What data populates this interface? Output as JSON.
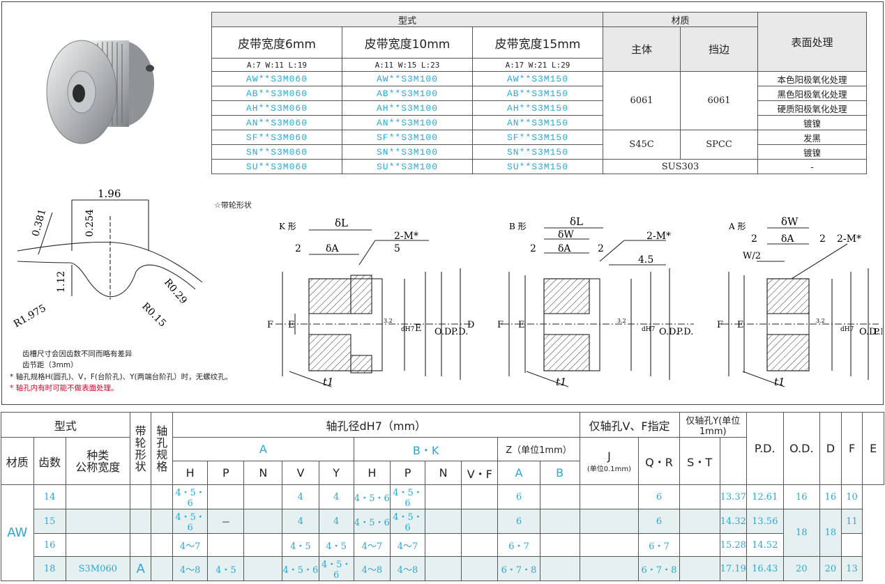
{
  "top_table": {
    "h_type": "型式",
    "h_material": "材质",
    "h_surface": "表面处理",
    "widths": [
      "皮带宽度6mm",
      "皮带宽度10mm",
      "皮带宽度15mm"
    ],
    "h_body": "主体",
    "h_flange": "挡边",
    "dims": [
      "A:7   W:11   L:19",
      "A:11   W:15   L:23",
      "A:17   W:21   L:29"
    ],
    "rows": [
      {
        "c": [
          "AW**S3M060",
          "AW**S3M100",
          "AW**S3M150"
        ],
        "surface": "本色阳极氧化处理"
      },
      {
        "c": [
          "AB**S3M060",
          "AB**S3M100",
          "AB**S3M150"
        ],
        "surface": "黑色阳极氧化处理"
      },
      {
        "c": [
          "AH**S3M060",
          "AH**S3M100",
          "AH**S3M150"
        ],
        "surface": "硬质阳极氧化处理"
      },
      {
        "c": [
          "AN**S3M060",
          "AN**S3M100",
          "AN**S3M150"
        ],
        "surface": "镀镍"
      },
      {
        "c": [
          "SF**S3M060",
          "SF**S3M100",
          "SF**S3M150"
        ],
        "surface": "发黑"
      },
      {
        "c": [
          "SN**S3M060",
          "SN**S3M100",
          "SN**S3M150"
        ],
        "surface": "镀镍"
      },
      {
        "c": [
          "SU**S3M060",
          "SU**S3M100",
          "SU**S3M150"
        ],
        "surface": "-"
      }
    ],
    "mat_al_body": "6061",
    "mat_al_flange": "6061",
    "mat_st_body": "S45C",
    "mat_st_flange": "SPCC",
    "mat_sus": "SUS303"
  },
  "notes": {
    "n1": "齿槽尺寸会因齿数不同而略有差异",
    "n2": "齿节距（3mm）",
    "n3": "*  轴孔规格H(圆孔)、V，F(台阶孔)、Y(两端台阶孔）时，无螺纹孔。",
    "n4": "*  轴孔内有时可能不做表面处理。",
    "caption": "☆带轮形状"
  },
  "tooth": {
    "d1": "1.96",
    "d2": "0.381",
    "d3": "0.254",
    "d4": "1.12",
    "d5": "R0.29",
    "d6": "R1.975",
    "d7": "R0.15"
  },
  "views": {
    "k": "K 形",
    "b": "B 形",
    "a": "A 形",
    "dl": "δL",
    "dw": "δW",
    "da": "δA",
    "two": "2",
    "five": "5",
    "m": "2-M*",
    "four5": "4.5",
    "w2": "W/2",
    "F": "F",
    "E": "E",
    "OD": "O.D.",
    "PD": "P.D.",
    "D": "D",
    "t1": "t1",
    "r32": "3.2",
    "dh7": "dH7"
  },
  "bottom": {
    "h_type": "型式",
    "h_shape": "带轮形状",
    "h_spec": "轴孔规格",
    "h_bore": "轴孔径dH7（mm）",
    "h_vf": "仅轴孔V、F指定",
    "h_y": "仅轴孔Y(单位1mm)",
    "h_pd": "P.D.",
    "h_od": "O.D.",
    "h_d": "D",
    "h_f": "F",
    "h_e": "E",
    "h_mat": "材质",
    "h_teeth": "齿数",
    "h_kind": "种类\n公称宽度",
    "h_A": "A",
    "h_BK": "B・K",
    "h_Z": "Z（单位1mm）",
    "h_J": "J",
    "h_Junit": "(单位0.1mm)",
    "h_QR": "Q・R",
    "h_ST": "S・T",
    "cols": [
      "H",
      "P",
      "N",
      "V",
      "Y",
      "H",
      "P",
      "N",
      "V・F",
      "A",
      "B"
    ],
    "mat": "AW",
    "kind": "S3M060",
    "shape": "A",
    "rows": [
      {
        "t": "14",
        "h": "4・5・6",
        "p": "",
        "v": "4",
        "y": "4",
        "bh": "4・5・6",
        "bp": "4・5・6",
        "z": "6",
        "qr": "6",
        "pd": "13.37",
        "od": "12.61",
        "d": "16",
        "f": "16",
        "e": "10"
      },
      {
        "t": "15",
        "h": "4・5・6",
        "p": "",
        "v": "4",
        "y": "4",
        "bh": "4・5・6",
        "bp": "4・5・6",
        "z": "6",
        "qr": "6",
        "pd": "14.32",
        "od": "13.56",
        "d": "18",
        "f": "18",
        "e": "11"
      },
      {
        "t": "16",
        "h": "4～7",
        "p": "",
        "v": "4・5",
        "y": "4・5",
        "bh": "4～7",
        "bp": "4～7",
        "z": "6・7",
        "qr": "6・7",
        "pd": "15.28",
        "od": "14.52",
        "d": "",
        "f": "",
        "e": ""
      },
      {
        "t": "18",
        "h": "4～8",
        "p": "4・5",
        "v": "4・5・6",
        "y": "4・5・6",
        "bh": "4～8",
        "bp": "4～8",
        "z": "6・7・8",
        "qr": "6・7・8",
        "pd": "17.19",
        "od": "16.43",
        "d": "20",
        "f": "20",
        "e": "13"
      }
    ],
    "dash": "－"
  },
  "colors": {
    "cyan": "#2aa7d6",
    "red": "#e0002a",
    "alt": "#e6f0f1",
    "header": "#e9e9e9"
  }
}
